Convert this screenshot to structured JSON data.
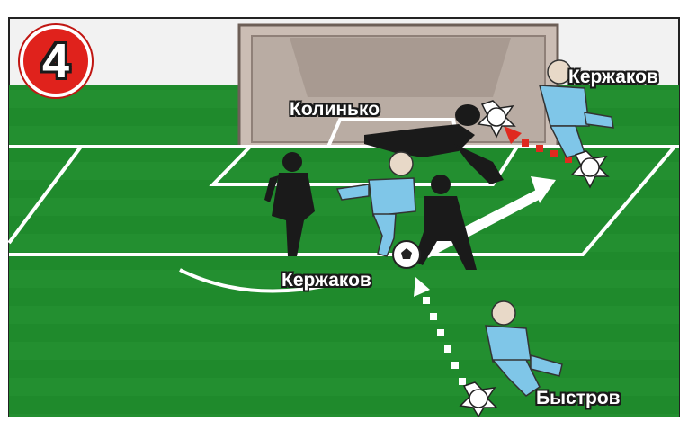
{
  "badge": {
    "number": "4",
    "color": "#e0221c"
  },
  "labels": {
    "player_top_right": "Кержаков",
    "goalkeeper": "Колинько",
    "player_center": "Кержаков",
    "player_bottom": "Быстров"
  },
  "colors": {
    "pitch": "#1f8a2c",
    "lines": "#ffffff",
    "goal_frame": "#cbbdb4",
    "pass_path": "#ffffff",
    "shot_path": "#e02a1f",
    "player_kit": "#7fc6e8",
    "opponent": "#1a1a1a"
  }
}
